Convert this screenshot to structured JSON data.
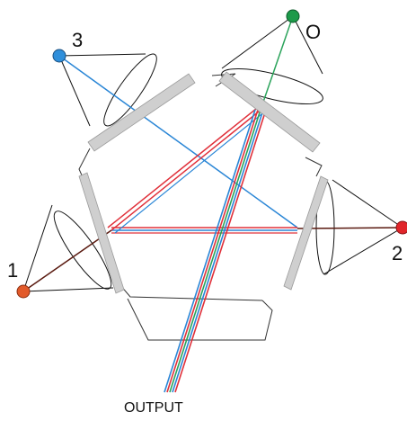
{
  "labels": {
    "node_3": "3",
    "node_0": "O",
    "node_1": "1",
    "node_2": "2",
    "output": "OUTPUT"
  },
  "colors": {
    "node_3": "#2f8fdb",
    "node_0": "#1d9a4a",
    "node_1": "#e25a2a",
    "node_2": "#e0252a",
    "beam_blue": "#2a86d6",
    "beam_red": "#e0303a",
    "beam_green": "#2aa35a",
    "beam_dark": "#5a1a10",
    "mirror": "#cfcfcf",
    "outline": "#333333"
  }
}
